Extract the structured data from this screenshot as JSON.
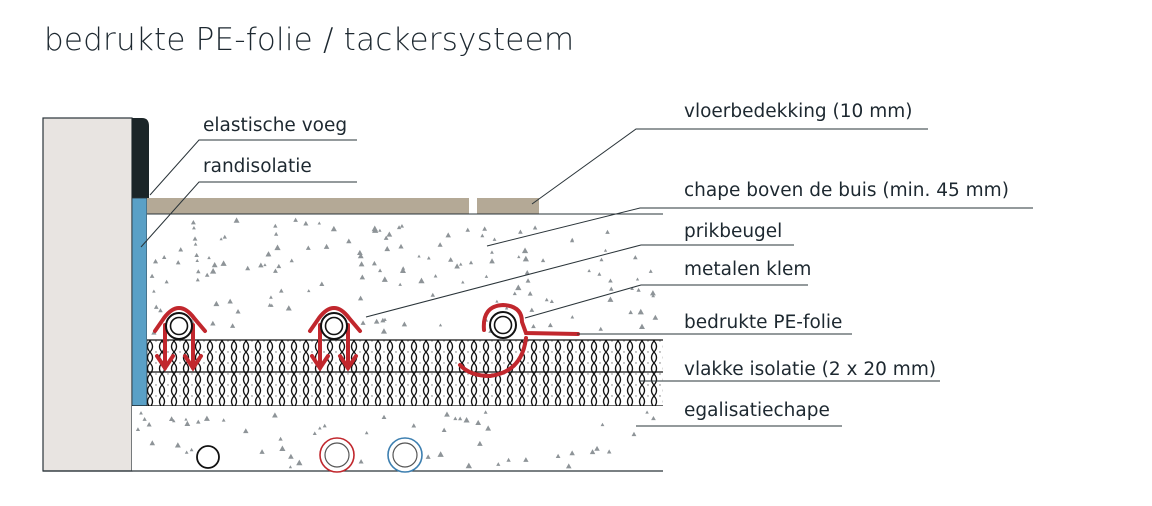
{
  "title": "bedrukte PE-folie / tackersysteem",
  "labels": {
    "elastische_voeg": "elastische voeg",
    "randisolatie": "randisolatie",
    "vloerbedekking": "vloerbedekking (10 mm)",
    "chape_boven": "chape boven de buis (min. 45 mm)",
    "prikbeugel": "prikbeugel",
    "metalen_klem": "metalen klem",
    "bedrukte_pe_folie": "bedrukte PE-folie",
    "vlakke_isolatie": "vlakke isolatie (2 x  20 mm)",
    "egalisatiechape": "egalisatiechape"
  },
  "colors": {
    "wall": "#e8e4e1",
    "joint": "#1b2528",
    "edge_insulation": "#5aa0c6",
    "floor_covering": "#b4a996",
    "screed_speckle": "#8e9498",
    "clip_red": "#c1272d",
    "pipe_blue": "#3d7fb0",
    "line": "#2a3439"
  }
}
